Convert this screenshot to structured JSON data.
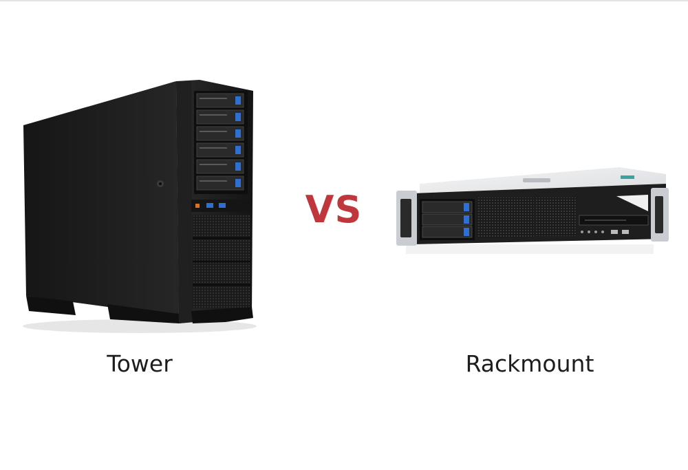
{
  "comparison": {
    "left": {
      "label": "Tower",
      "image": "tower-server-image"
    },
    "separator": "VS",
    "right": {
      "label": "Rackmount",
      "image": "rackmount-server-image"
    }
  },
  "colors": {
    "separator": "#c0363d",
    "label": "#1d1d1d",
    "chassis_dark": "#1b1b1b",
    "chassis_light": "#e9ebec",
    "accent_blue": "#2f6fcf"
  }
}
